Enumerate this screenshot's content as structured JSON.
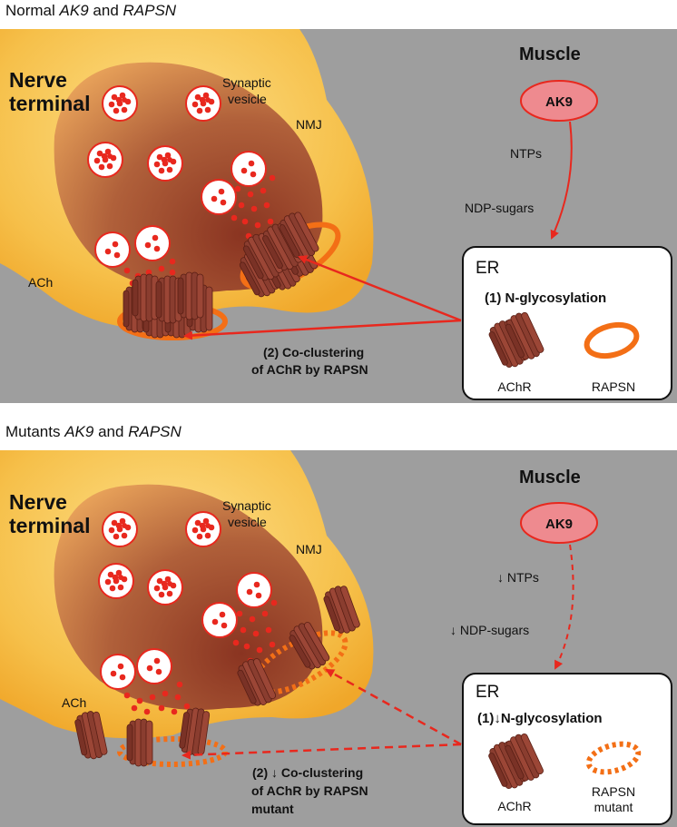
{
  "top_panel": {
    "title_prefix": "Normal",
    "title_gene1": "AK9",
    "title_and": "and",
    "title_gene2": "RAPSN",
    "nerve_terminal_line1": "Nerve",
    "nerve_terminal_line2": "terminal",
    "synaptic_vesicle_line1": "Synaptic",
    "synaptic_vesicle_line2": "vesicle",
    "nmj": "NMJ",
    "ach": "ACh",
    "muscle": "Muscle",
    "ak9": "AK9",
    "ntps": "NTPs",
    "ndp_sugars": "NDP-sugars",
    "er": "ER",
    "n_glycosylation": "(1) N-glycosylation",
    "achr": "AChR",
    "rapsn": "RAPSN",
    "coclustering_line1": "(2) Co-clustering",
    "coclustering_line2": "of AChR by RAPSN"
  },
  "bottom_panel": {
    "title_prefix": "Mutants",
    "title_gene1": "AK9",
    "title_and": "and",
    "title_gene2": "RAPSN",
    "nerve_terminal_line1": "Nerve",
    "nerve_terminal_line2": "terminal",
    "synaptic_vesicle_line1": "Synaptic",
    "synaptic_vesicle_line2": "vesicle",
    "nmj": "NMJ",
    "ach": "ACh",
    "muscle": "Muscle",
    "ak9": "AK9",
    "ntps": "↓ NTPs",
    "ndp_sugars": "↓ NDP-sugars",
    "er": "ER",
    "n_glycosylation": "(1)↓N-glycosylation",
    "achr": "AChR",
    "rapsn_line1": "RAPSN",
    "rapsn_line2": "mutant",
    "coclustering_line1": "(2) ↓ Co-clustering",
    "coclustering_line2": "of  AChR  by  RAPSN",
    "coclustering_line3": "mutant"
  },
  "colors": {
    "muscle_gray": "#9e9e9e",
    "nerve_outer": "#f6c04a",
    "nerve_inner": "#9b4a2a",
    "arrow_red": "#e8281e",
    "rapsn_orange": "#f36f16",
    "achr_brown": "#8a3d2f"
  }
}
